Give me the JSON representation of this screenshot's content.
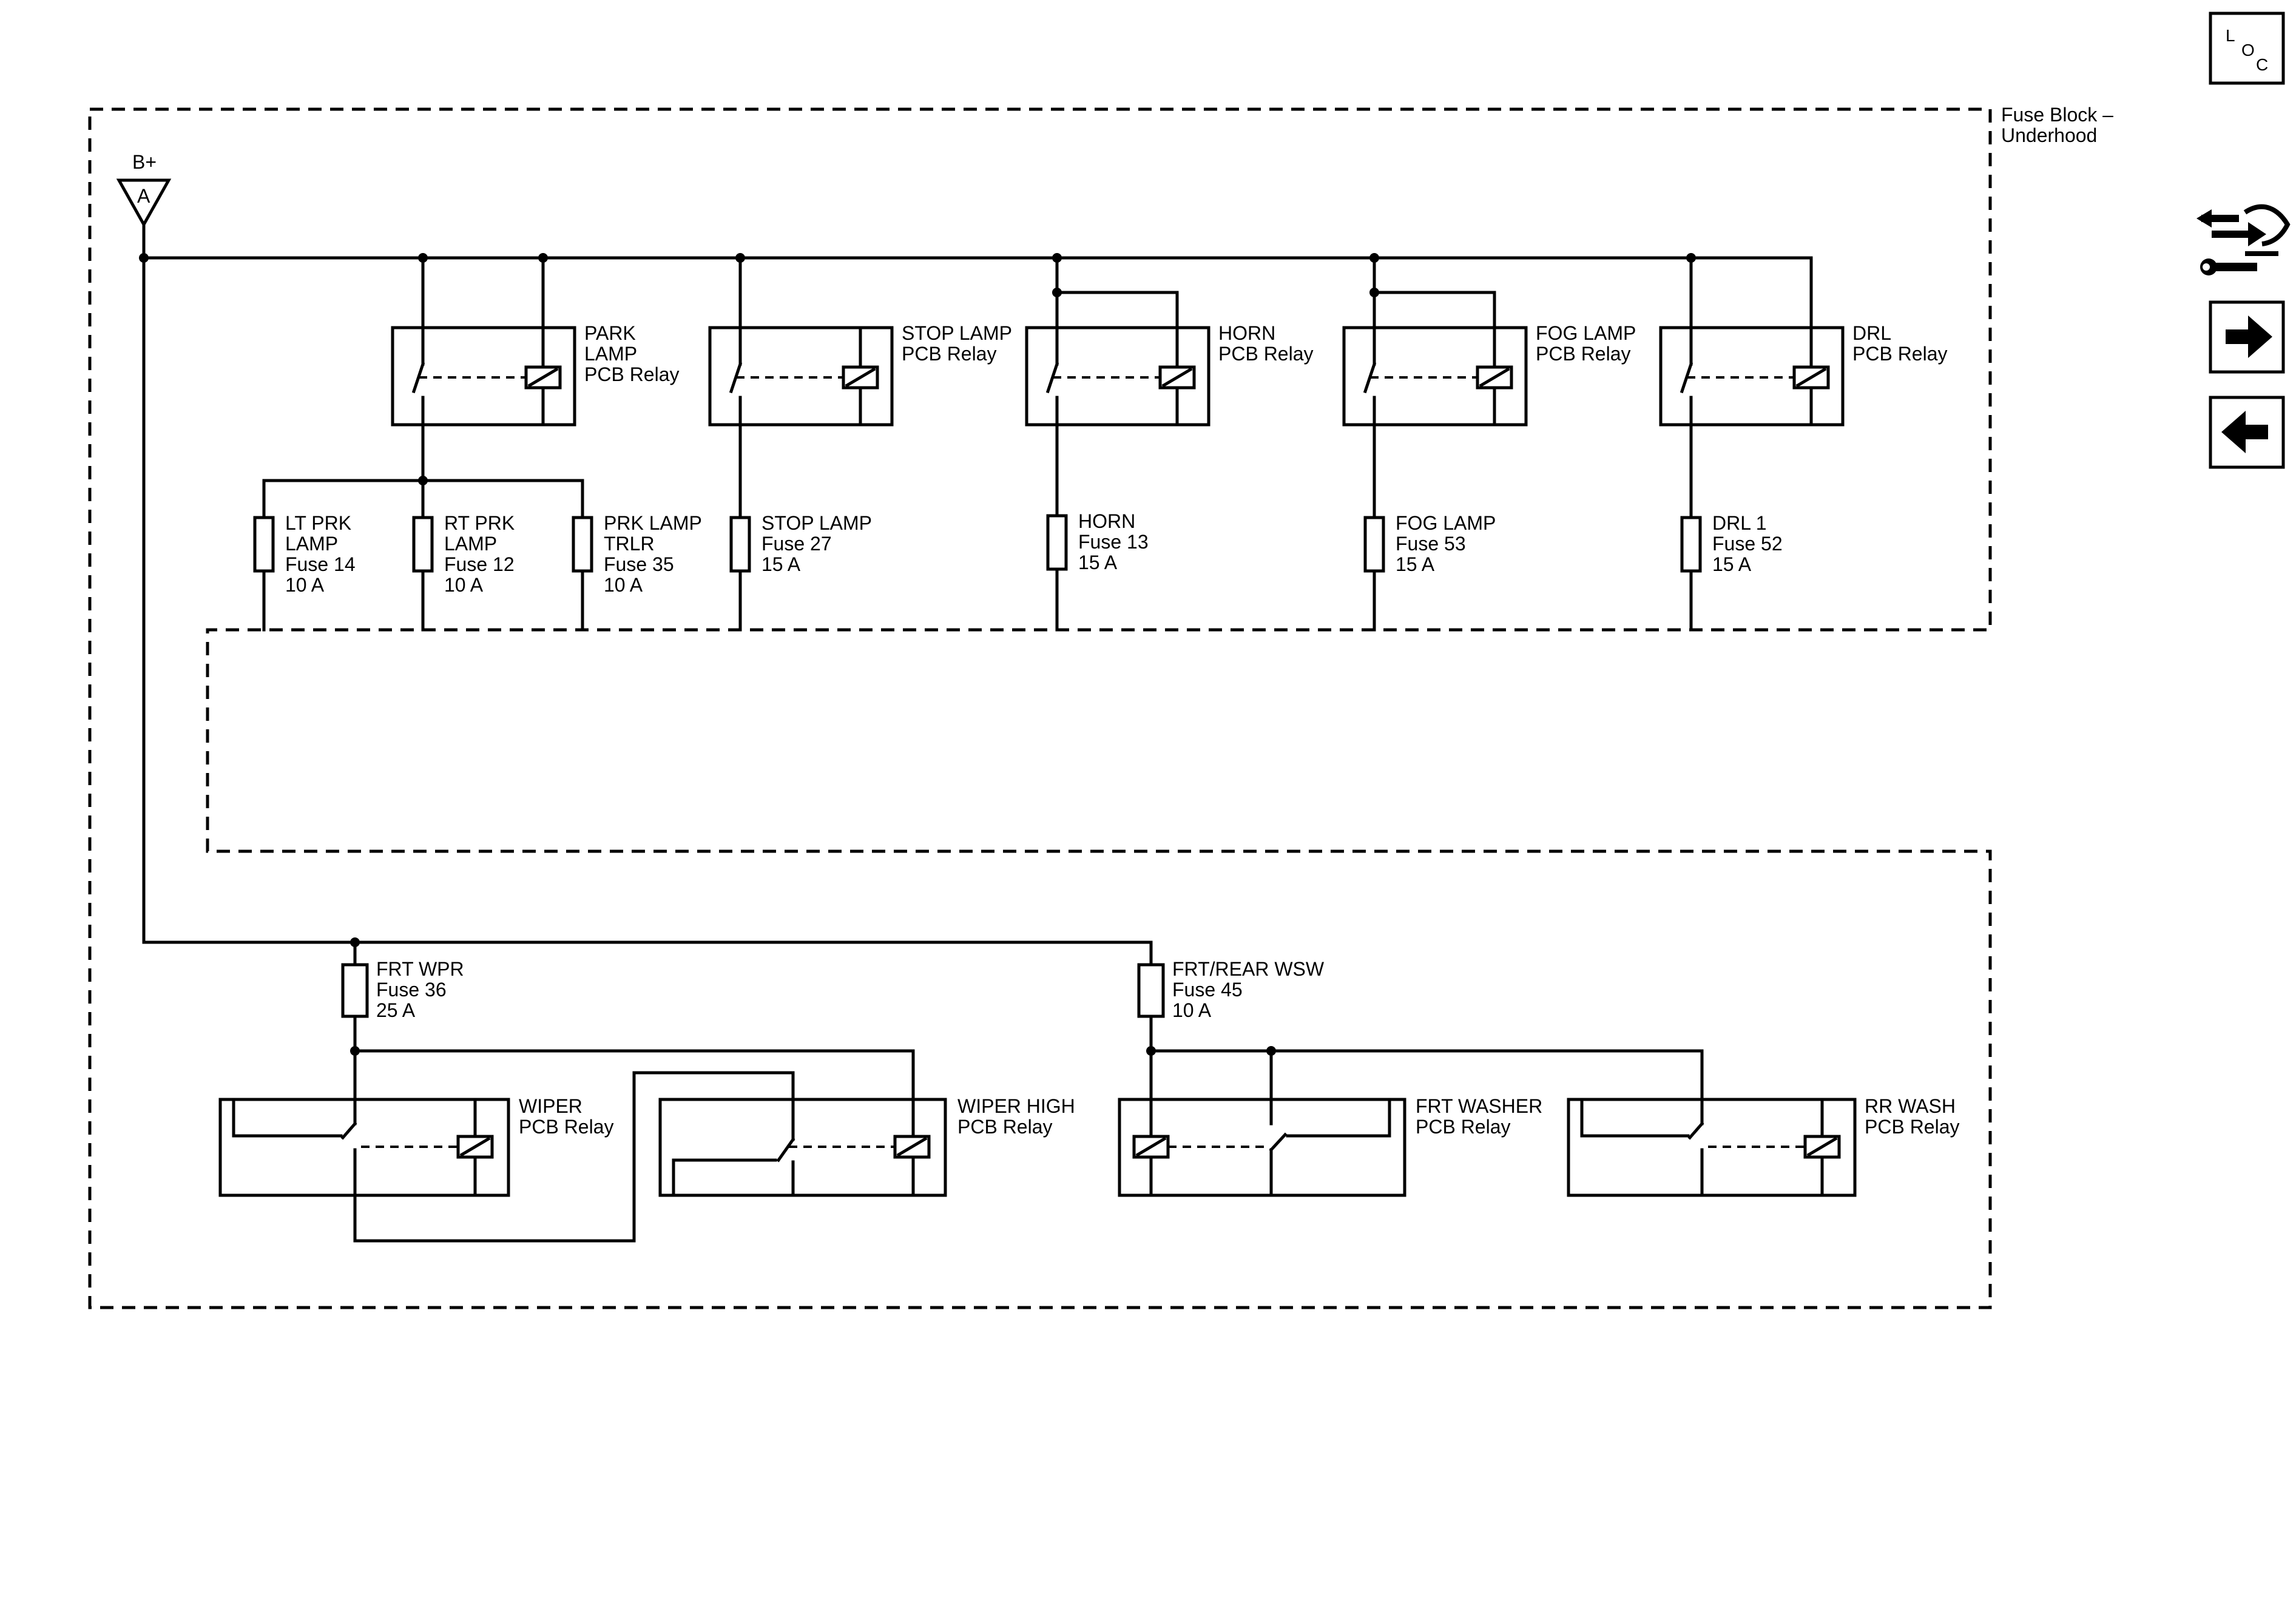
{
  "block_label": [
    "Fuse Block –",
    "Underhood"
  ],
  "battery": {
    "label": "B+",
    "connector": "A"
  },
  "loc_button": {
    "letters": [
      "L",
      "O",
      "C"
    ]
  },
  "nav": {
    "component_views_icon": "arrow-wrench-icon",
    "next_icon": "right-arrow-icon",
    "prev_icon": "left-arrow-icon"
  },
  "top_relays": [
    {
      "lines": [
        "PARK",
        "LAMP",
        "PCB Relay"
      ]
    },
    {
      "lines": [
        "STOP LAMP",
        "PCB Relay"
      ]
    },
    {
      "lines": [
        "HORN",
        "PCB Relay"
      ]
    },
    {
      "lines": [
        "FOG LAMP",
        "PCB Relay"
      ]
    },
    {
      "lines": [
        "DRL",
        "PCB Relay"
      ]
    }
  ],
  "top_fuses": [
    {
      "lines": [
        "LT PRK",
        "LAMP",
        "Fuse 14",
        "10 A"
      ]
    },
    {
      "lines": [
        "RT PRK",
        "LAMP",
        "Fuse 12",
        "10 A"
      ]
    },
    {
      "lines": [
        "PRK LAMP",
        "TRLR",
        "Fuse 35",
        "10 A"
      ]
    },
    {
      "lines": [
        "STOP LAMP",
        "Fuse 27",
        "15 A"
      ]
    },
    {
      "lines": [
        "HORN",
        "Fuse 13",
        "15 A"
      ]
    },
    {
      "lines": [
        "FOG LAMP",
        "Fuse 53",
        "15 A"
      ]
    },
    {
      "lines": [
        "DRL 1",
        "Fuse 52",
        "15 A"
      ]
    }
  ],
  "bottom_fuses": [
    {
      "lines": [
        "FRT WPR",
        "Fuse 36",
        "25 A"
      ]
    },
    {
      "lines": [
        "FRT/REAR WSW",
        "Fuse 45",
        "10 A"
      ]
    }
  ],
  "bottom_relays": [
    {
      "lines": [
        "WIPER",
        "PCB Relay"
      ]
    },
    {
      "lines": [
        "WIPER HIGH",
        "PCB Relay"
      ]
    },
    {
      "lines": [
        "FRT WASHER",
        "PCB Relay"
      ]
    },
    {
      "lines": [
        "RR WASH",
        "PCB Relay"
      ]
    }
  ]
}
